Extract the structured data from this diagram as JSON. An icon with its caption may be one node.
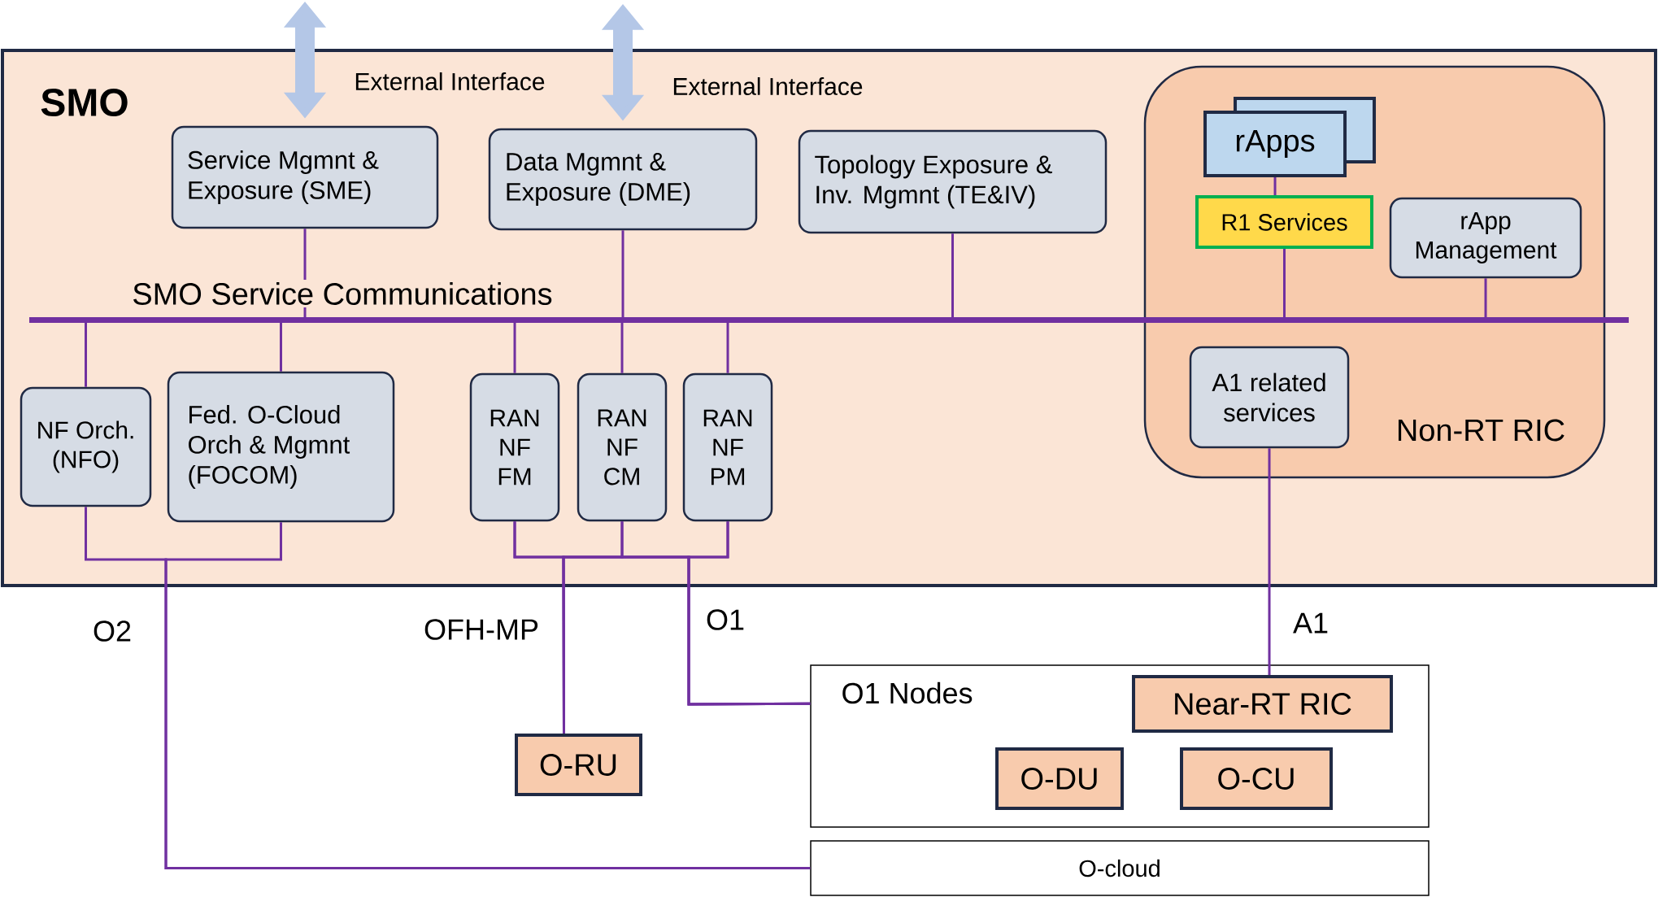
{
  "diagram": {
    "nodes": [
      {
        "text": [
          "SMO"
        ]
      },
      {
        "text": [
          "Service Mgmnt & Exposure (SME)"
        ],
        "in": 0
      },
      {
        "text": [
          "Data Mgmnt & Exposure (DME)"
        ],
        "in": 0
      },
      {
        "text": [
          "Topology Exposure & Inv. Mgmnt (TE&IV)"
        ],
        "in": 0
      },
      {
        "text": [
          "Non-RT RIC"
        ],
        "in": 0
      },
      {
        "text": [
          "rApps"
        ],
        "in": 4
      },
      {
        "text": [
          "R1 Services"
        ],
        "in": 4
      },
      {
        "text": [
          "rApp Management"
        ],
        "in": 4
      },
      {
        "text": [],
        "shape": "bar",
        "beside": [
          "SMO Service Communications"
        ],
        "in": 0
      },
      {
        "text": [
          "A1 related services"
        ],
        "in": 4
      },
      {
        "text": [
          "NF Orch. (NFO)"
        ],
        "in": 0
      },
      {
        "text": [
          "Fed. O-Cloud Orch & Mgmnt (FOCOM)"
        ],
        "in": 0
      },
      {
        "text": [
          "RAN NF FM"
        ],
        "in": 0
      },
      {
        "text": [
          "RAN NF CM"
        ],
        "in": 0
      },
      {
        "text": [
          "RAN NF PM"
        ],
        "in": 0
      },
      {
        "text": [
          "O-RU"
        ]
      },
      {
        "text": [
          "O1 Nodes"
        ]
      },
      {
        "text": [
          "Near-RT RIC"
        ],
        "in": 16
      },
      {
        "text": [
          "O-DU"
        ],
        "in": 16
      },
      {
        "text": [
          "O-CU"
        ],
        "in": 16
      },
      {
        "text": [
          "O-cloud"
        ]
      }
    ],
    "edges": [
      {
        "from": null,
        "to": 1,
        "arrow": "both",
        "label": "External Interface",
        "style": "thick",
        "color": "#b4c7e7"
      },
      {
        "from": null,
        "to": 2,
        "arrow": "both",
        "label": "External Interface",
        "style": "thick",
        "color": "#b4c7e7"
      },
      {
        "from": 1,
        "to": 8,
        "arrow": "none"
      },
      {
        "from": 2,
        "to": 8,
        "arrow": "none"
      },
      {
        "from": 3,
        "to": 8,
        "arrow": "none"
      },
      {
        "from": 5,
        "to": 6,
        "arrow": "none"
      },
      {
        "from": 6,
        "to": 8,
        "arrow": "none"
      },
      {
        "from": 7,
        "to": 8,
        "arrow": "none"
      },
      {
        "from": 10,
        "to": 8,
        "arrow": "none"
      },
      {
        "from": 11,
        "to": 8,
        "arrow": "none"
      },
      {
        "from": 12,
        "to": 8,
        "arrow": "none"
      },
      {
        "from": 13,
        "to": 8,
        "arrow": "none"
      },
      {
        "from": 14,
        "to": 8,
        "arrow": "none"
      },
      {
        "from": 9,
        "to": 17,
        "arrow": "none"
      },
      {
        "from": 10,
        "to": 20,
        "arrow": "none"
      },
      {
        "from": 11,
        "to": 20,
        "arrow": "none"
      },
      {
        "from": 12,
        "to": 15,
        "arrow": "none"
      },
      {
        "from": 13,
        "to": 15,
        "arrow": "none"
      },
      {
        "from": 14,
        "to": 15,
        "arrow": "none"
      },
      {
        "from": 12,
        "to": 16,
        "arrow": "none"
      },
      {
        "from": 13,
        "to": 16,
        "arrow": "none"
      },
      {
        "from": 14,
        "to": 16,
        "arrow": "none"
      }
    ],
    "labels": [
      "O2",
      "OFH-MP",
      "O1",
      "A1"
    ]
  }
}
